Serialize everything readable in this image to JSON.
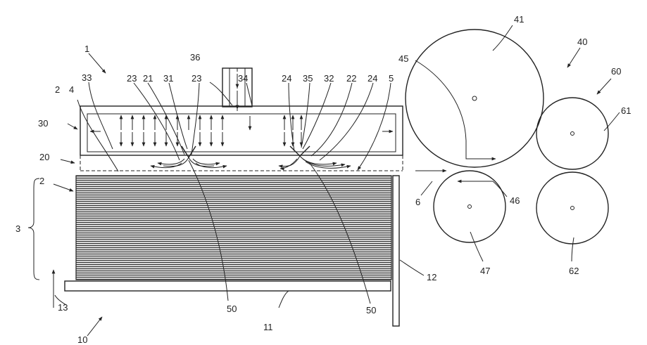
{
  "colors": {
    "ink": "#222222",
    "paper": "#ffffff",
    "stack_fill": "#8a8a8a"
  },
  "labels": {
    "l1": "1",
    "l36": "36",
    "l23a": "23",
    "l21": "21",
    "l31": "31",
    "l23b": "23",
    "l34": "34",
    "l24a": "24",
    "l35": "35",
    "l32": "32",
    "l22": "22",
    "l24b": "24",
    "l5": "5",
    "l33": "33",
    "l2top": "2",
    "l4": "4",
    "l30": "30",
    "l20": "20",
    "l2side": "2",
    "l3": "3",
    "l12": "12",
    "l13": "13",
    "l10": "10",
    "l11": "11",
    "l50a": "50",
    "l50b": "50",
    "l41": "41",
    "l45": "45",
    "l40": "40",
    "l60": "60",
    "l61": "61",
    "l6": "6",
    "l46": "46",
    "l47": "47",
    "l62": "62"
  }
}
